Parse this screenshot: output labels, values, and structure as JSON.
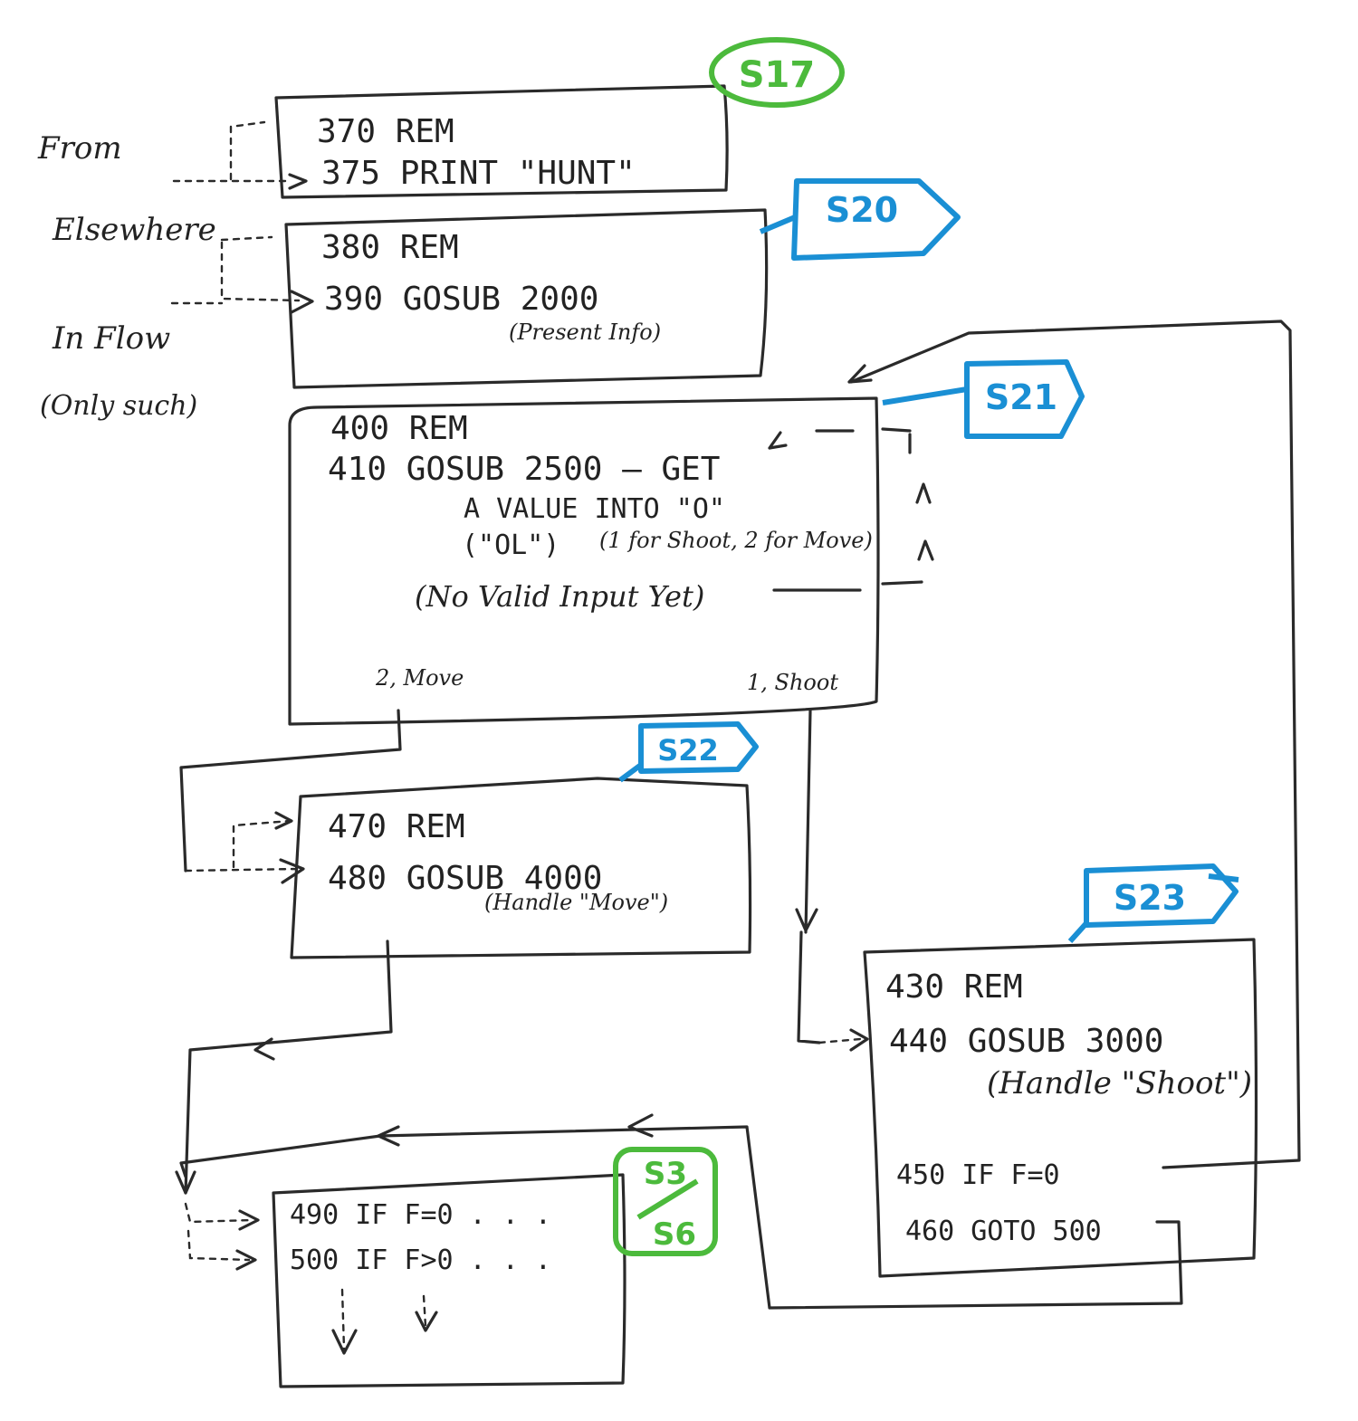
{
  "side_labels": {
    "from": "From",
    "elsewhere": "Elsewhere",
    "in_flow": "In Flow",
    "only_such": "(Only such)"
  },
  "tags": {
    "s17": "S17",
    "s20": "S20",
    "s21": "S21",
    "s22": "S22",
    "s23": "S23",
    "s3": "S3",
    "s6": "S6"
  },
  "blocks": {
    "b370": {
      "line1": "370 REM",
      "line2": "375 PRINT \"HUNT\""
    },
    "b380": {
      "line1": "380 REM",
      "line2": "390 GOSUB 2000",
      "note": "(Present Info)"
    },
    "b400": {
      "line1": "400 REM",
      "line2": "410 GOSUB 2500 – GET",
      "line3": "A VALUE INTO \"O\"",
      "line4a": "(\"OL\")",
      "line4b": "(1 for Shoot, 2 for Move)",
      "line5": "(No Valid Input Yet)",
      "branch_move": "2, Move",
      "branch_shoot": "1, Shoot"
    },
    "b470": {
      "line1": "470 REM",
      "line2": "480 GOSUB 4000",
      "note": "(Handle \"Move\")"
    },
    "b430": {
      "line1": "430 REM",
      "line2": "440 GOSUB 3000",
      "note": "(Handle \"Shoot\")",
      "line3": "450 IF F=0",
      "line4": "460 GOTO 500"
    },
    "b490": {
      "line1": "490 IF F=0 . . .",
      "line2": "500 IF F>0 . . ."
    }
  },
  "colors": {
    "ink": "#2a2a2a",
    "blue": "#1a8fd4",
    "green": "#4cba3c"
  }
}
